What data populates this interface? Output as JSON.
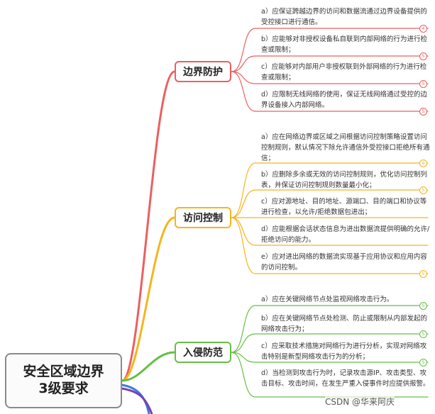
{
  "root": {
    "line1": "安全区域边界",
    "line2": "3级要求"
  },
  "branches": [
    {
      "label": "边界防护",
      "color": "#ec5f5f",
      "items": [
        {
          "text": "a）应保证跨越边界的访问和数据流通过边界设备提供的受控接口进行通信。",
          "badge": "4"
        },
        {
          "text": "b）应能够对非授权设备私自联到内部网络的行为进行检查或限制；",
          "badge": "5"
        },
        {
          "text": "c）应能够对内部用户非授权联到外部网络的行为进行检查或限制；",
          "badge": "5"
        },
        {
          "text": "d）应限制无线网络的使用，保证无线网络通过受控的边界设备接入内部网络。",
          "badge": "5"
        }
      ]
    },
    {
      "label": "访问控制",
      "color": "#f5b51d",
      "items": [
        {
          "text": "a）应在网络边界或区域之间根据访问控制策略设置访问控制规则，默认情况下除允许通信外受控接口拒绝所有通信；",
          "badge": "4"
        },
        {
          "text": "b）应删除多余或无效的访问控制规则，优化访问控制列表，并保证访问控制规则数量最小化；",
          "badge": "5"
        },
        {
          "text": "c）应对源地址、目的地址、源端口、目的端口和协议等进行检查，以允许/拒绝数据包进出；",
          "badge": ""
        },
        {
          "text": "d）应能根据会话状态信息为进出数据流提供明确的允许/拒绝访问的能力。",
          "badge": ""
        },
        {
          "text": "e）应对进出网络的数据流实现基于应用协议和应用内容的访问控制。",
          "badge": "5"
        }
      ]
    },
    {
      "label": "入侵防范",
      "color": "#66bf46",
      "items": [
        {
          "text": "a）应在关键网络节点处监视网络攻击行为。",
          "badge": "5"
        },
        {
          "text": "b）应在关键网络节点处检测、防止或限制从内部发起的网络攻击行为；",
          "badge": "5"
        },
        {
          "text": "c）应采取技术措施对网络行为进行分析，实现对网络攻击特别是新型网络攻击行为的分析；",
          "badge": "5"
        },
        {
          "text": "d）当检测到攻击行为时，记录攻击源IP、攻击类型、攻击目标、攻击时间，在发生严重入侵事件时应提供报警。",
          "badge": ""
        }
      ]
    }
  ],
  "extra_branch_colors": [
    "#3a7fd5",
    "#7b3fb8"
  ],
  "watermark": "CSDN @华来阿庆"
}
